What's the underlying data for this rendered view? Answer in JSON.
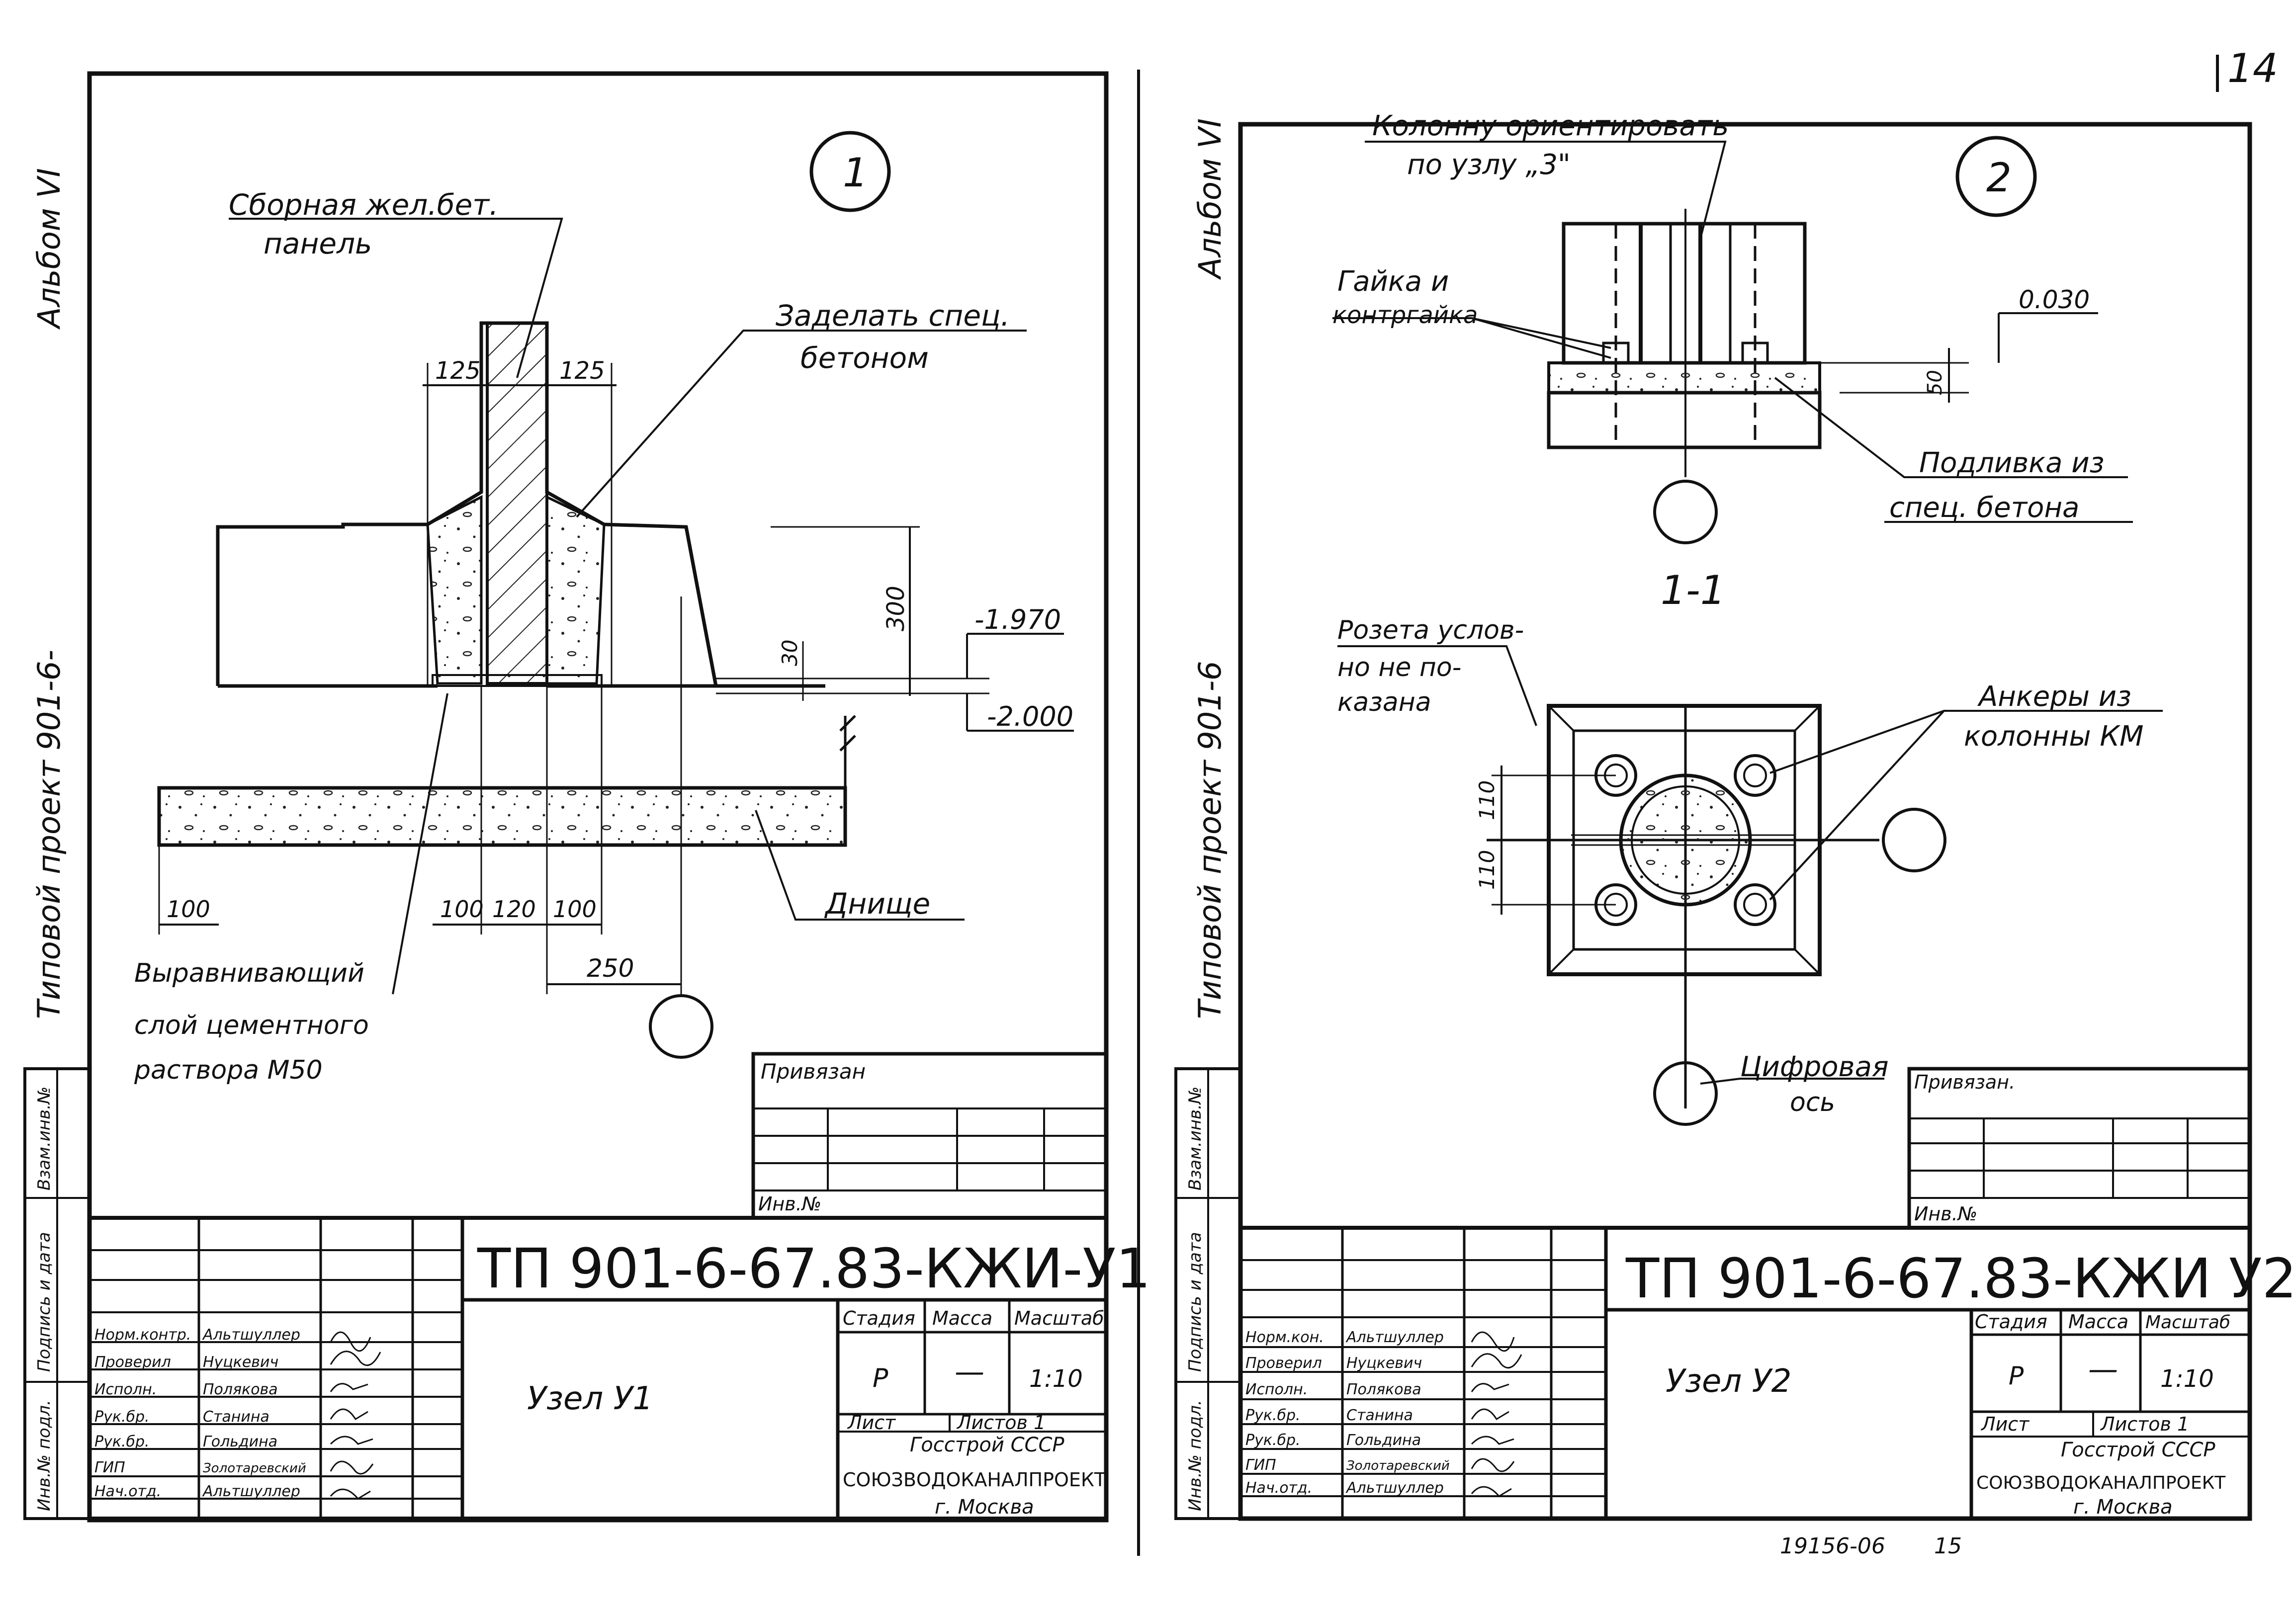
{
  "page_number": "14",
  "footer_code": "19156-06",
  "footer_page": "15",
  "sheets": [
    {
      "margin_album": "Альбом VI",
      "margin_project": "Типовой проект 901-6-",
      "stamp_left_labels": [
        "Инв.№ подл.",
        "Подпись и дата",
        "Взам.инв.№"
      ],
      "node_number": "1",
      "labels": {
        "panel1": "Сборная жел.бет.",
        "panel2": "панель",
        "seal1": "Заделать спец.",
        "seal2": "бетоном",
        "level1": "-1.970",
        "level2": "-2.000",
        "bottom": "Днище",
        "layer1": "Выравнивающий",
        "layer2": "слой цементного",
        "layer3": "раствора М50"
      },
      "dims": {
        "d125a": "125",
        "d125b": "125",
        "d300": "300",
        "d30": "30",
        "d100a": "100",
        "d100b": "100",
        "d120": "120",
        "d100c": "100",
        "d250": "250"
      },
      "tied": "Привязан",
      "inv": "Инв.№",
      "designation": "ТП 901-6-67.83-КЖИ-У1",
      "title": "Узел У1",
      "stage_h": "Стадия",
      "mass_h": "Масса",
      "scale_h": "Масштаб",
      "stage": "Р",
      "mass": "—",
      "scale": "1:10",
      "sheet_l": "Лист",
      "sheets_l": "Листов 1",
      "org1": "Госстрой СССР",
      "org2": "СОЮЗВОДОКАНАЛПРОЕКТ",
      "org3": "г. Москва",
      "roles": [
        "Норм.контр.",
        "Проверил",
        "Исполн.",
        "Рук.бр.",
        "Рук.бр.",
        "ГИП",
        "Нач.отд."
      ],
      "names": [
        "Альтшуллер",
        "Нуцкевич",
        "Полякова",
        "Станина",
        "Гольдина",
        "Золотаревский",
        "Альтшуллер"
      ]
    },
    {
      "margin_album": "Альбом VI",
      "margin_project": "Типовой проект 901-6",
      "stamp_left_labels": [
        "Инв.№ подл.",
        "Подпись и дата",
        "Взам.инв.№"
      ],
      "node_number": "2",
      "labels": {
        "orient1": "Колонну ориентировать",
        "orient2": "по узлу „3\"",
        "nut1": "Гайка и",
        "nut2": "контргайка",
        "level": "0.030",
        "dim50": "50",
        "grout1": "Подливка из",
        "grout2": "спец. бетона",
        "section": "1-1",
        "rosette1": "Розета услов-",
        "rosette2": "но не по-",
        "rosette3": "казана",
        "anchor1": "Анкеры из",
        "anchor2": "колонны КМ",
        "axis1": "Цифровая",
        "axis2": "ось",
        "d110a": "110",
        "d110b": "110"
      },
      "tied": "Привязан.",
      "inv": "Инв.№",
      "designation": "ТП 901-6-67.83-КЖИ У2",
      "title": "Узел У2",
      "stage_h": "Стадия",
      "mass_h": "Масса",
      "scale_h": "Масштаб",
      "stage": "Р",
      "mass": "—",
      "scale": "1:10",
      "sheet_l": "Лист",
      "sheets_l": "Листов 1",
      "org1": "Госстрой СССР",
      "org2": "СОЮЗВОДОКАНАЛПРОЕКТ",
      "org3": "г. Москва",
      "roles": [
        "Норм.кон.",
        "Проверил",
        "Исполн.",
        "Рук.бр.",
        "Рук.бр.",
        "ГИП",
        "Нач.отд."
      ],
      "names": [
        "Альтшуллер",
        "Нуцкевич",
        "Полякова",
        "Станина",
        "Гольдина",
        "Золотаревский",
        "Альтшуллер"
      ]
    }
  ]
}
